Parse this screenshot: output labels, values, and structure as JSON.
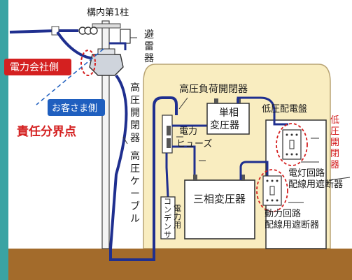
{
  "title": "",
  "labels": {
    "pole": "構内第1柱",
    "lightning_arrester": [
      "避",
      "雷",
      "器"
    ],
    "hv_switch": [
      "高",
      "圧",
      "開",
      "閉",
      "器"
    ],
    "hv_cable": [
      "高",
      "圧",
      "ケ",
      "ー",
      "ブ",
      "ル"
    ],
    "hv_load_switch": "高圧負荷開閉器",
    "power_fuse": [
      "電力",
      "ヒューズ"
    ],
    "single_phase_transformer": [
      "単相",
      "変圧器"
    ],
    "lv_panel": "低圧配電盤",
    "lv_switch_red": [
      "低",
      "圧",
      "開",
      "閉",
      "器"
    ],
    "lighting_breaker": [
      "電灯回路",
      "配線用遮断器"
    ],
    "three_phase_transformer": "三相変圧器",
    "capacitor": [
      "電",
      "力",
      "用",
      "コ",
      "ン",
      "デ",
      "ン",
      "サ"
    ],
    "power_breaker": [
      "動力回路",
      "配線用遮断器"
    ],
    "utility_side": "電力会社側",
    "customer_side": "お客さま側",
    "boundary_point": "責任分界点"
  },
  "colors": {
    "frame_left": "#3aa3a3",
    "wire": "#1f2f8f",
    "building_fill": "#f9edc0",
    "ground": "#a36b2b",
    "accent_red": "#d42020",
    "badge_blue": "#1f5fbf",
    "boundary_dash": "#1f5fbf"
  }
}
